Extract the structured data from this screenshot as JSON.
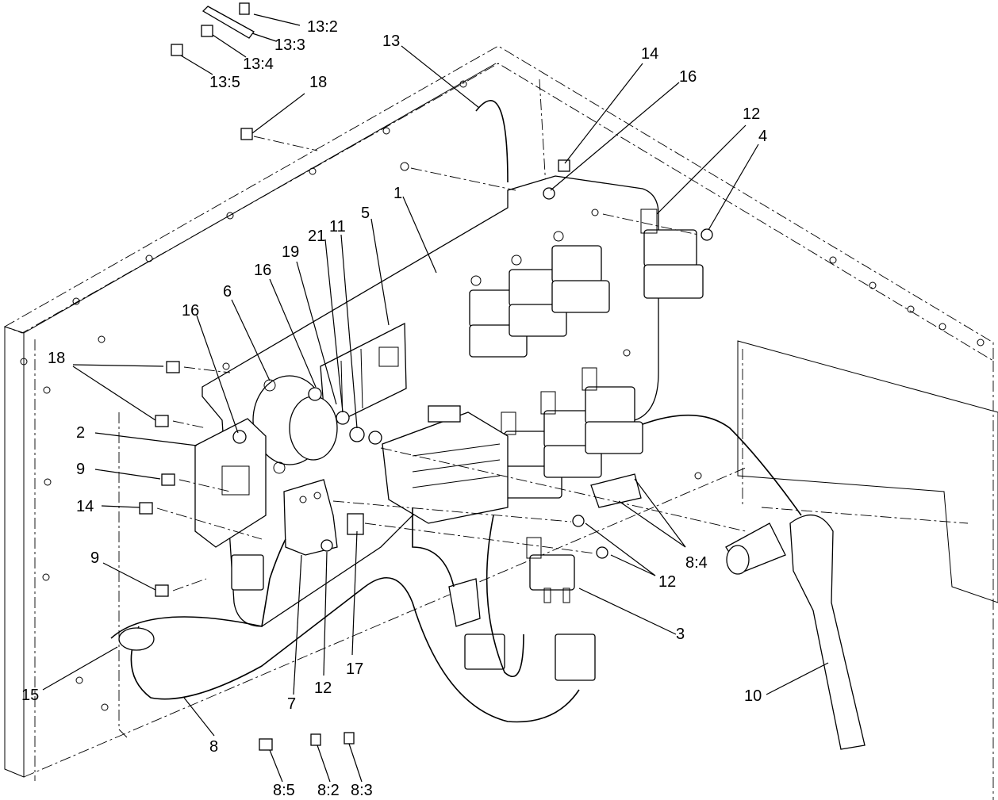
{
  "diagram": {
    "callouts": [
      {
        "id": "13:2",
        "label": "13:2"
      },
      {
        "id": "13:3",
        "label": "13:3"
      },
      {
        "id": "13:4",
        "label": "13:4"
      },
      {
        "id": "13:5",
        "label": "13:5"
      },
      {
        "id": "13",
        "label": "13"
      },
      {
        "id": "18-top",
        "label": "18"
      },
      {
        "id": "14-top",
        "label": "14"
      },
      {
        "id": "16-top",
        "label": "16"
      },
      {
        "id": "12-top",
        "label": "12"
      },
      {
        "id": "4",
        "label": "4"
      },
      {
        "id": "1",
        "label": "1"
      },
      {
        "id": "5",
        "label": "5"
      },
      {
        "id": "21",
        "label": "21"
      },
      {
        "id": "11",
        "label": "11"
      },
      {
        "id": "19",
        "label": "19"
      },
      {
        "id": "16-mid",
        "label": "16"
      },
      {
        "id": "6",
        "label": "6"
      },
      {
        "id": "16-left",
        "label": "16"
      },
      {
        "id": "18-left",
        "label": "18"
      },
      {
        "id": "2",
        "label": "2"
      },
      {
        "id": "9-a",
        "label": "9"
      },
      {
        "id": "14-left",
        "label": "14"
      },
      {
        "id": "9-b",
        "label": "9"
      },
      {
        "id": "8:4",
        "label": "8:4"
      },
      {
        "id": "12-right",
        "label": "12"
      },
      {
        "id": "3",
        "label": "3"
      },
      {
        "id": "10",
        "label": "10"
      },
      {
        "id": "15",
        "label": "15"
      },
      {
        "id": "7",
        "label": "7"
      },
      {
        "id": "12-bottom",
        "label": "12"
      },
      {
        "id": "17",
        "label": "17"
      },
      {
        "id": "8",
        "label": "8"
      },
      {
        "id": "8:5",
        "label": "8:5"
      },
      {
        "id": "8:2",
        "label": "8:2"
      },
      {
        "id": "8:3",
        "label": "8:3"
      }
    ]
  }
}
